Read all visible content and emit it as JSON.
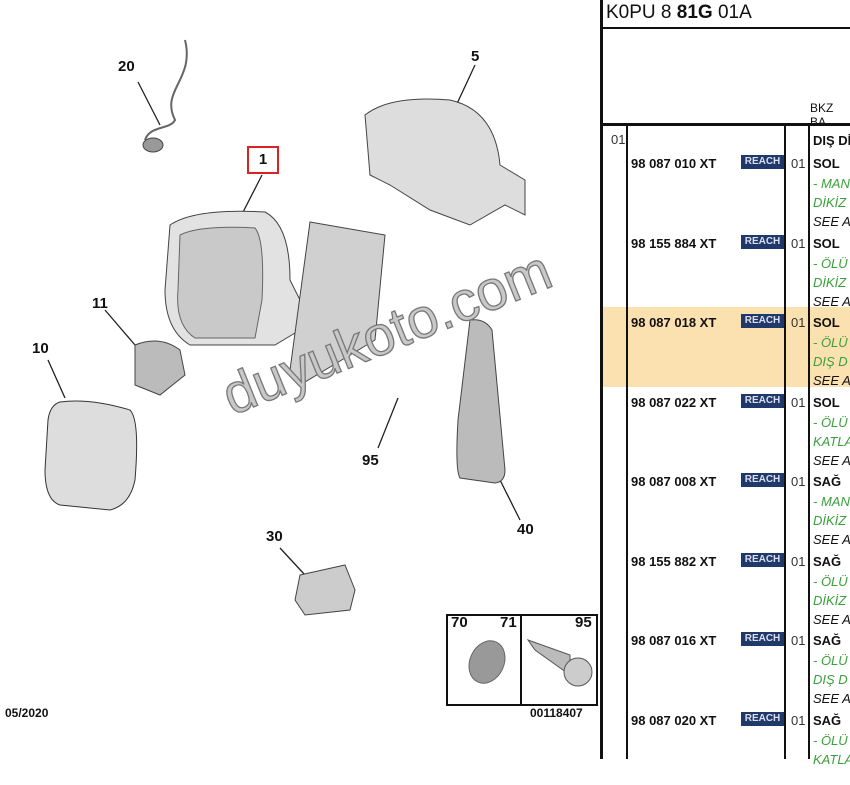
{
  "diagram": {
    "callouts": [
      "20",
      "5",
      "1",
      "11",
      "10",
      "95",
      "40",
      "30"
    ],
    "inset": {
      "labels": [
        "70",
        "71",
        "95"
      ]
    },
    "date": "05/2020",
    "ref": "00118407",
    "watermark": "duyukoto.com"
  },
  "table": {
    "title_pre": "K0PU 8 ",
    "title_bold": "81G",
    "title_post": " 01A",
    "bkz": "BKZ BA",
    "group": "01",
    "group_desc": "DIŞ Dİ",
    "rows": [
      {
        "pn": "98 087 010 XT",
        "badge": "REACH",
        "qty": "01",
        "side": "SOL",
        "l1": "- MAN",
        "l2": "DİKİZ",
        "see": "SEE A",
        "hl": false
      },
      {
        "pn": "98 155 884 XT",
        "badge": "REACH",
        "qty": "01",
        "side": "SOL",
        "l1": "- ÖLÜ",
        "l2": "DİKİZ",
        "see": "SEE A",
        "hl": false
      },
      {
        "pn": "98 087 018 XT",
        "badge": "REACH",
        "qty": "01",
        "side": "SOL",
        "l1": "- ÖLÜ",
        "l2": "DIŞ D",
        "see": "SEE A",
        "hl": true
      },
      {
        "pn": "98 087 022 XT",
        "badge": "REACH",
        "qty": "01",
        "side": "SOL",
        "l1": "- ÖLÜ",
        "l2": "KATLA",
        "see": "SEE A",
        "hl": false
      },
      {
        "pn": "98 087 008 XT",
        "badge": "REACH",
        "qty": "01",
        "side": "SAĞ",
        "l1": "- MAN",
        "l2": "DİKİZ",
        "see": "SEE A",
        "hl": false
      },
      {
        "pn": "98 155 882 XT",
        "badge": "REACH",
        "qty": "01",
        "side": "SAĞ",
        "l1": "- ÖLÜ",
        "l2": "DİKİZ",
        "see": "SEE A",
        "hl": false
      },
      {
        "pn": "98 087 016 XT",
        "badge": "REACH",
        "qty": "01",
        "side": "SAĞ",
        "l1": "- ÖLÜ",
        "l2": "DIŞ D",
        "see": "SEE A",
        "hl": false
      },
      {
        "pn": "98 087 020 XT",
        "badge": "REACH",
        "qty": "01",
        "side": "SAĞ",
        "l1": "- ÖLÜ",
        "l2": "KATLA",
        "see": "",
        "hl": false
      }
    ]
  }
}
